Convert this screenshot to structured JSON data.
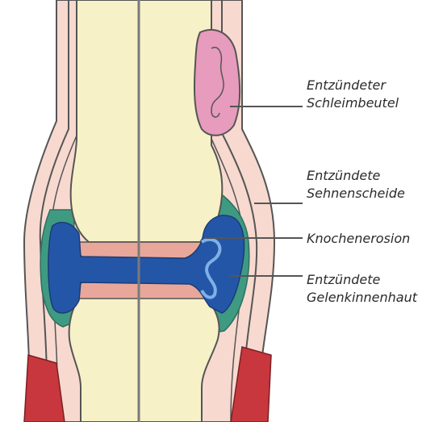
{
  "labels": {
    "bursa_line1": "Entzündeter",
    "bursa_line2": "Schleimbeutel",
    "sheath_line1": "Entzündete",
    "sheath_line2": "Sehnenscheide",
    "erosion": "Knochenerosion",
    "synovium_line1": "Entzündete",
    "synovium_line2": "Gelenkinnenhaut"
  },
  "colors": {
    "bone": "#f6f1c7",
    "cortex": "#e8a79a",
    "synovium": "#3f9a82",
    "joint_fluid": "#2456a8",
    "bursa": "#e79bbd",
    "muscle": "#c8373d",
    "outline": "#4a4a4a"
  }
}
